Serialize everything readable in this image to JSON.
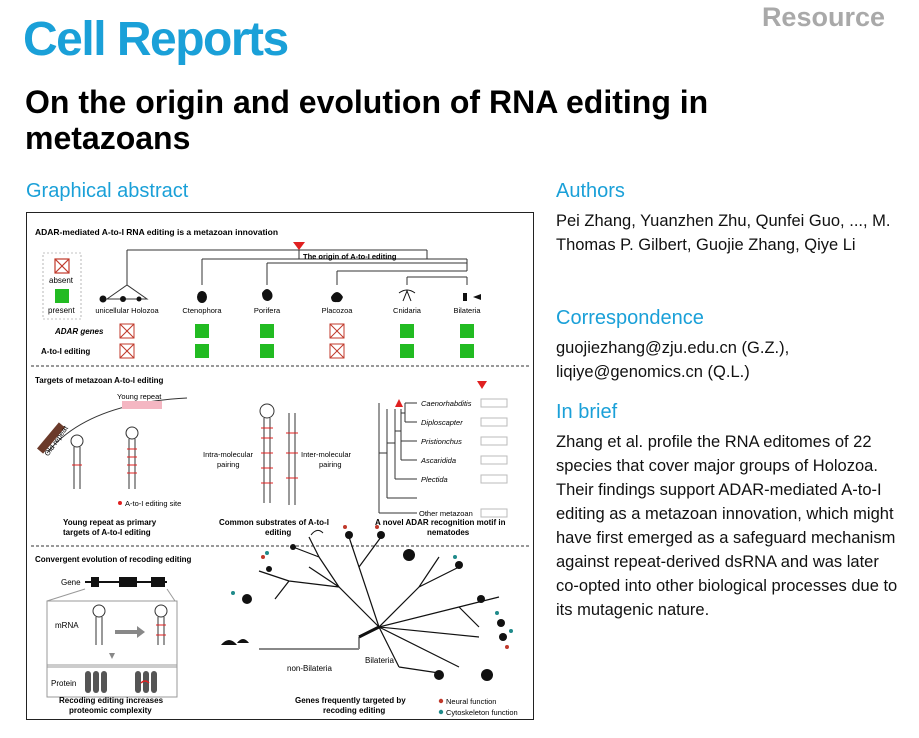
{
  "header": {
    "journal": "Cell Reports",
    "article_type": "Resource",
    "title": "On the origin and evolution of RNA editing in metazoans"
  },
  "graphical_abstract": {
    "heading": "Graphical abstract",
    "panel1": {
      "title": "ADAR-mediated A-to-I RNA editing is a metazoan innovation",
      "legend_absent": "absent",
      "legend_present": "present",
      "origin_label": "The origin of A-to-I editing",
      "taxa": [
        "unicellular Holozoa",
        "Ctenophora",
        "Porifera",
        "Placozoa",
        "Cnidaria",
        "Bilateria"
      ],
      "row_adar": "ADAR genes",
      "row_editing": "A-to-I editing",
      "adar_present": [
        false,
        true,
        true,
        false,
        true,
        true
      ],
      "editing_present": [
        false,
        true,
        true,
        false,
        true,
        true
      ]
    },
    "panel2": {
      "title": "Targets of metazoan A-to-I editing",
      "old_repeat": "Old repeat",
      "young_repeat": "Young repeat",
      "editing_site": "A-to-I editing site",
      "caption_left_1": "Young repeat as primary",
      "caption_left_2": "targets of A-to-I editing",
      "intra_1": "Intra-molecular",
      "intra_2": "pairing",
      "inter_1": "Inter-molecular",
      "inter_2": "pairing",
      "caption_mid_1": "Common substrates of A-to-I",
      "caption_mid_2": "editing",
      "species": [
        "Caenorhabditis",
        "Diploscapter",
        "Pristionchus",
        "Ascaridida",
        "Plectida",
        "Other metazoan"
      ],
      "caption_right_1": "A novel ADAR recognition motif in",
      "caption_right_2": "nematodes"
    },
    "panel3": {
      "title": "Convergent evolution of recoding editing",
      "gene": "Gene",
      "mrna": "mRNA",
      "protein": "Protein",
      "caption_left_1": "Recoding editing increases",
      "caption_left_2": "proteomic complexity",
      "non_bilateria": "non-Bilateria",
      "bilateria": "Bilateria",
      "caption_mid_1": "Genes frequently targeted by",
      "caption_mid_2": "recoding editing",
      "legend_neural": "Neural function",
      "legend_cyto": "Cytoskeleton function",
      "color_neural": "#c0392b",
      "color_cyto": "#1f8a8a"
    },
    "colors": {
      "present_fill": "#22bb22",
      "absent_stroke": "#c0392b",
      "accent_red": "#e02020",
      "pink": "#f4b6c2"
    }
  },
  "authors": {
    "heading": "Authors",
    "text": "Pei Zhang, Yuanzhen Zhu, Qunfei Guo, ..., M. Thomas P. Gilbert, Guojie Zhang, Qiye Li"
  },
  "correspondence": {
    "heading": "Correspondence",
    "line1": "guojiezhang@zju.edu.cn (G.Z.),",
    "line2": "liqiye@genomics.cn (Q.L.)"
  },
  "in_brief": {
    "heading": "In brief",
    "text": "Zhang et al. profile the RNA editomes of 22 species that cover major groups of Holozoa. Their findings support ADAR-mediated A-to-I editing as a metazoan innovation, which might have first emerged as a safeguard mechanism against repeat-derived dsRNA and was later co-opted into other biological processes due to its mutagenic nature."
  }
}
